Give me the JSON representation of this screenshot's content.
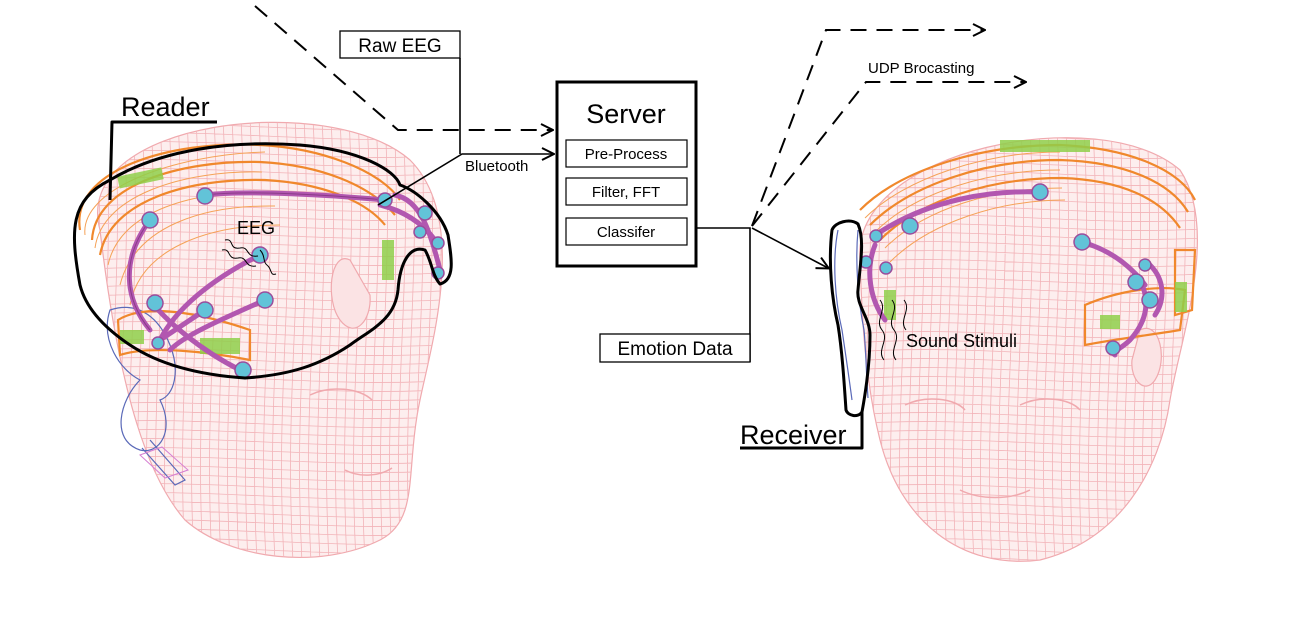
{
  "labels": {
    "reader": "Reader",
    "receiver": "Receiver",
    "raw_eeg": "Raw EEG",
    "bluetooth": "Bluetooth",
    "eeg": "EEG",
    "udp": "UDP Brocasting",
    "emotion": "Emotion Data",
    "sound": "Sound Stimuli"
  },
  "server": {
    "title": "Server",
    "steps": [
      "Pre-Process",
      "Filter, FFT",
      "Classifer"
    ]
  },
  "colors": {
    "band": "#f0882c",
    "arm": "#b257b0",
    "electrode": "#62c3d8",
    "head_mesh": "#f2b3b8",
    "green_module": "#8fcf4a",
    "ear_piece": "#5a69b8"
  }
}
